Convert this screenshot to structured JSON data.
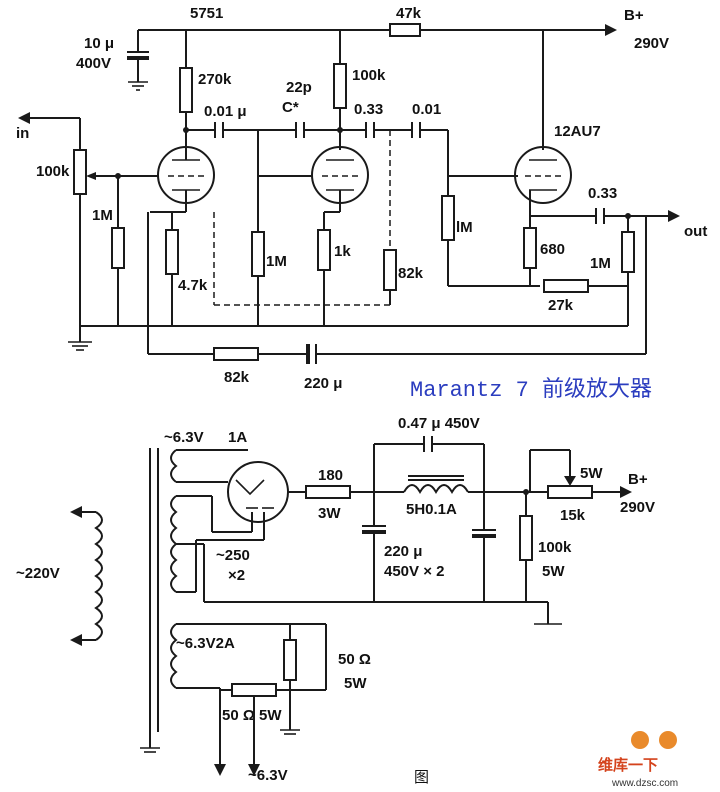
{
  "title": "Marantz 7 前级放大器",
  "figure_caption": "图",
  "watermark": {
    "brand": "维库一下",
    "url": "www.dzsc.com"
  },
  "preamp": {
    "tube_left": "5751",
    "tube_right": "12AU7",
    "supply_label": "B+",
    "supply_voltage": "290V",
    "in_label": "in",
    "out_label": "out",
    "components": {
      "r_47k": "47k",
      "c_10u": "10 μ",
      "c_10u_v": "400V",
      "r_270k": "270k",
      "c_001u": "0.01 μ",
      "c_22p": "22p",
      "c_star": "C*",
      "r_100k_top": "100k",
      "c_033_mid": "0.33",
      "c_001_right": "0.01",
      "pot_100k": "100k",
      "r_1m_in": "1M",
      "r_4k7": "4.7k",
      "r_1m_a": "1M",
      "r_1k": "1k",
      "r_82k_a": "82k",
      "r_1m_grid": "lM",
      "r_680": "680",
      "c_033_out": "0.33",
      "r_1m_out": "1M",
      "r_27k": "27k",
      "r_82k_fb": "82k",
      "c_220u": "220 μ"
    }
  },
  "psu": {
    "mains": "~220V",
    "heater_a": "~6.3V",
    "heater_a_current": "1A",
    "hv_winding": "~250",
    "hv_mult": "×2",
    "heater_b": "~6.3V2A",
    "heater_b_out": "~6.3V",
    "r_50_a": "50 Ω",
    "r_50_a_w": "5W",
    "r_50_b": "50 Ω 5W",
    "r_180": "180",
    "r_180_w": "3W",
    "c_047": "0.47 μ 450V",
    "choke": "5H0.1A",
    "c_220u": "220 μ",
    "c_220u_v": "450V × 2",
    "r_100k": "100k",
    "r_100k_w": "5W",
    "pot_15k": "15k",
    "pot_w": "5W",
    "out_label": "B+",
    "out_voltage": "290V"
  }
}
